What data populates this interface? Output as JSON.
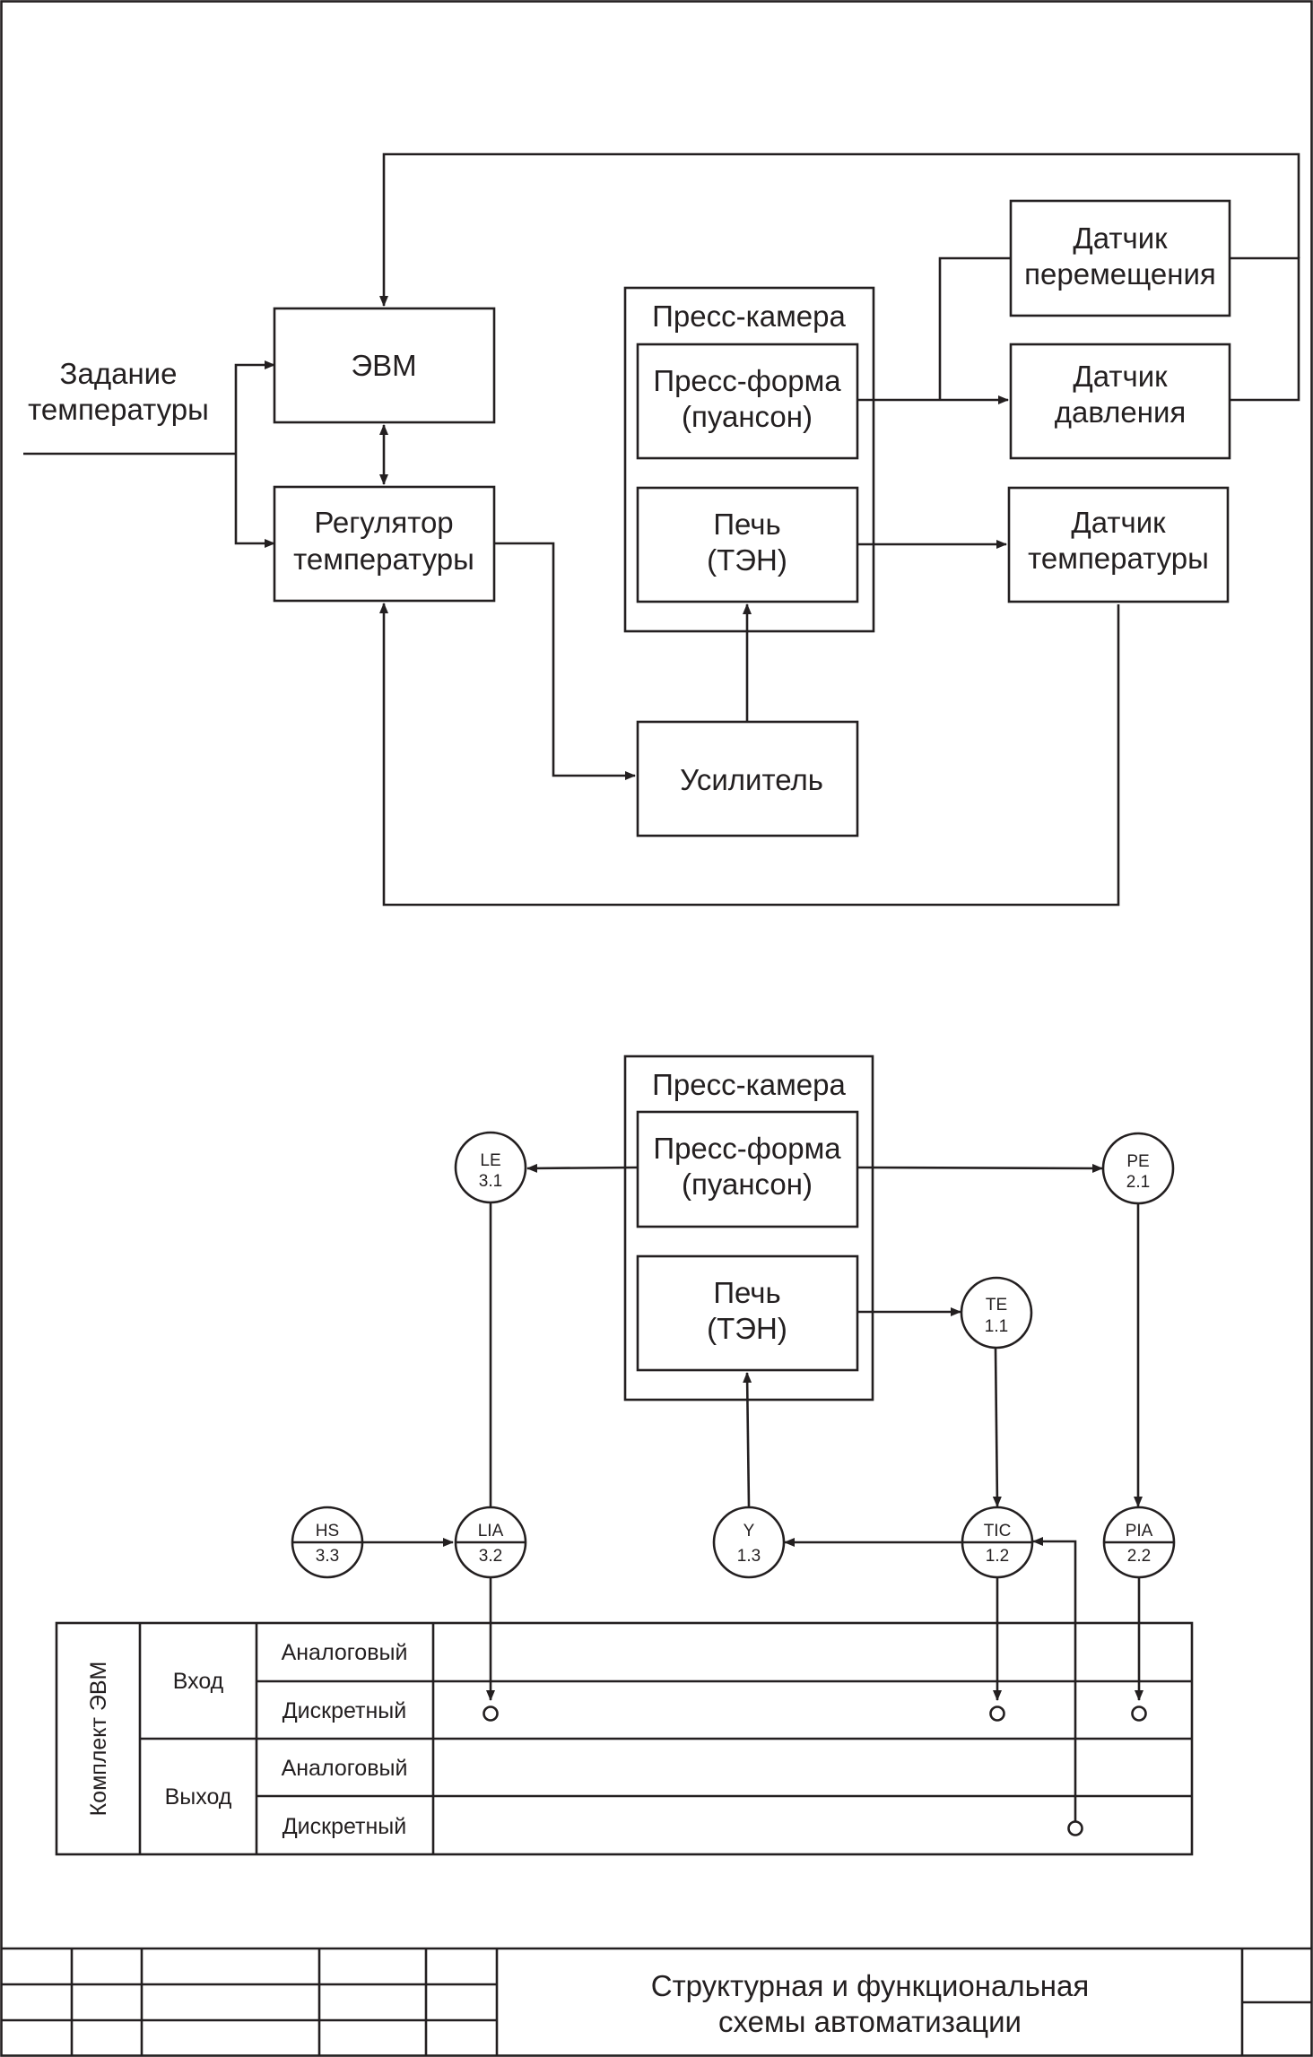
{
  "top": {
    "input_label": [
      "Задание",
      "температуры"
    ],
    "evm": "ЭВМ",
    "regulator": [
      "Регулятор",
      "температуры"
    ],
    "chamber_title": "Пресс-камера",
    "press_form": [
      "Пресс-форма",
      "(пуансон)"
    ],
    "furnace": [
      "Печь",
      "(ТЭН)"
    ],
    "amplifier": "Усилитель",
    "sensor_move": [
      "Датчик",
      "перемещения"
    ],
    "sensor_press": [
      "Датчик",
      "давления"
    ],
    "sensor_temp": [
      "Датчик",
      "температуры"
    ]
  },
  "bottom": {
    "chamber_title": "Пресс-камера",
    "press_form": [
      "Пресс-форма",
      "(пуансон)"
    ],
    "furnace": [
      "Печь",
      "(ТЭН)"
    ],
    "instruments": {
      "le": [
        "LE",
        "3.1"
      ],
      "pe": [
        "PE",
        "2.1"
      ],
      "te": [
        "TE",
        "1.1"
      ],
      "hs": [
        "HS",
        "3.3"
      ],
      "lia": [
        "LIA",
        "3.2"
      ],
      "y": [
        "Y",
        "1.3"
      ],
      "tic": [
        "TIC",
        "1.2"
      ],
      "pia": [
        "PIA",
        "2.2"
      ]
    },
    "table": {
      "group": "Комплект ЭВМ",
      "input": "Вход",
      "output": "Выход",
      "analog": "Аналоговый",
      "discrete": "Дискретный"
    }
  },
  "stamp": {
    "title": [
      "Структурная и функциональная",
      "схемы автоматизации"
    ]
  }
}
